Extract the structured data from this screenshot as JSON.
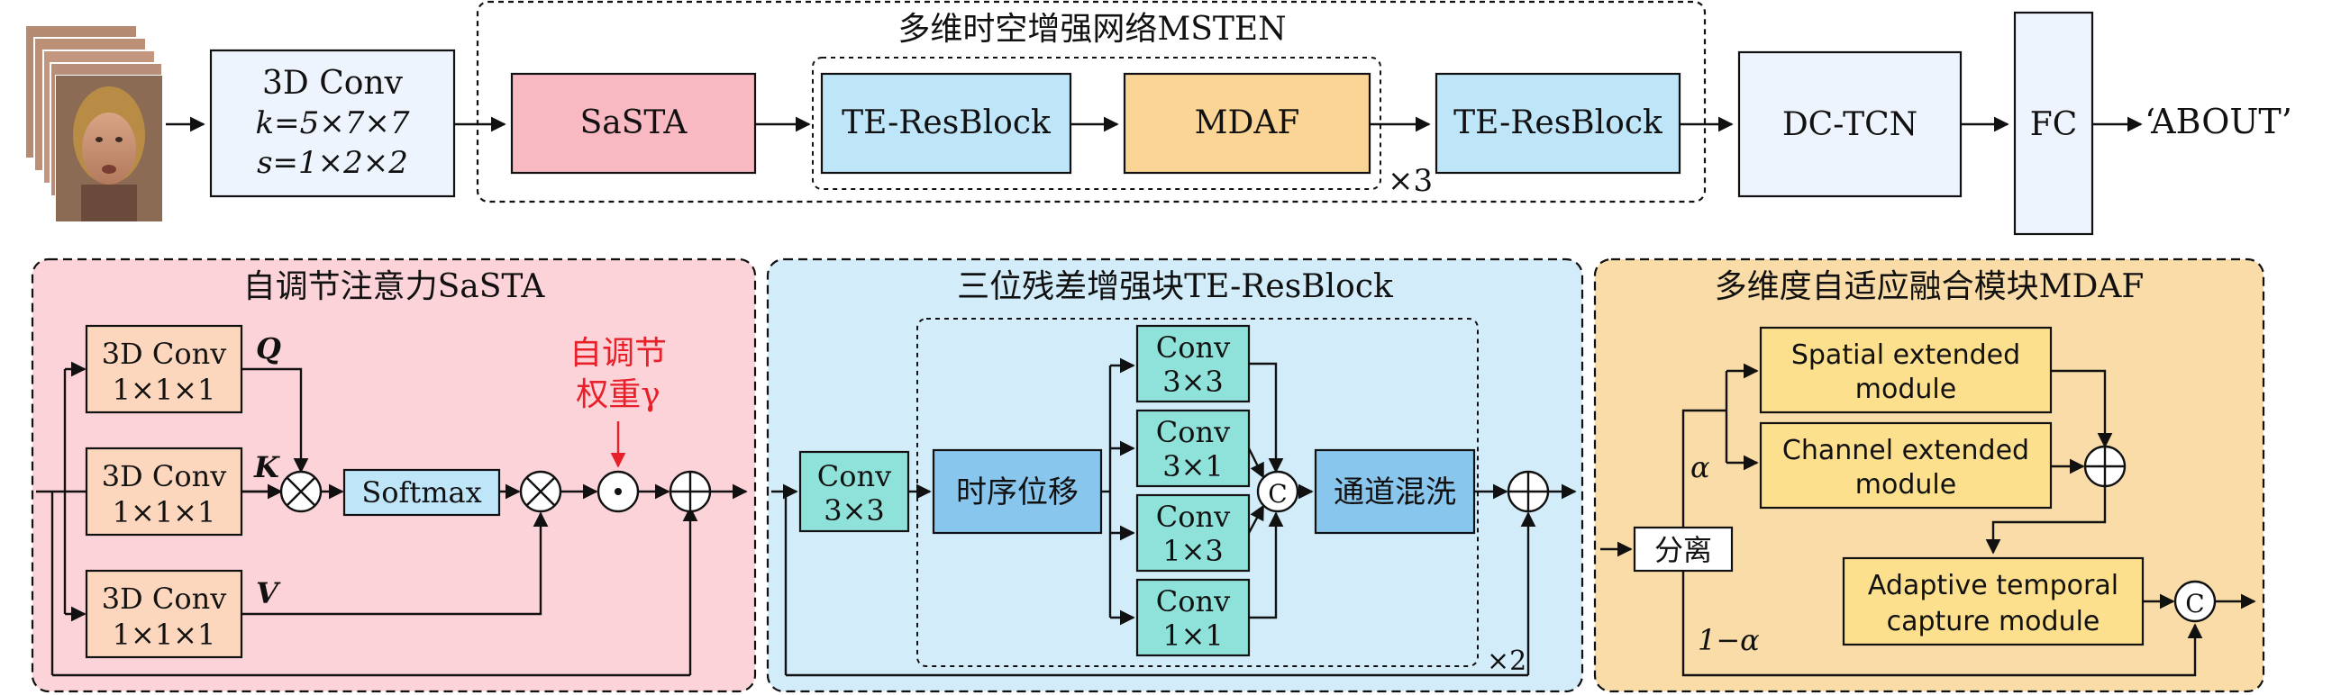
{
  "colors": {
    "sasta": "#f8b9c2",
    "sasta_panel": "#fcd3d8",
    "te_block": "#bfe5f9",
    "te_panel": "#d2ecfa",
    "mdaf": "#fbd596",
    "mdaf_panel": "#f9dca7",
    "mdaf_inner": "#fde08d",
    "conv3d": "#fdd7bd",
    "conv_teal": "#8fe2d9",
    "shift_blue": "#89c6ee",
    "pale_blue": "#eef4fd",
    "red_text": "#e8202a"
  },
  "top": {
    "conv3d_l1": "3D Conv",
    "conv3d_l2": "k=5×7×7",
    "conv3d_l3": "s=1×2×2",
    "msten_title": "多维时空增强网络MSTEN",
    "sasta": "SaSTA",
    "te1": "TE-ResBlock",
    "mdaf": "MDAF",
    "repeat": "×3",
    "te2": "TE-ResBlock",
    "dctcn": "DC-TCN",
    "fc": "FC",
    "output": "‘ABOUT’"
  },
  "sasta_panel": {
    "title": "自调节注意力SaSTA",
    "conv_line1": "3D Conv",
    "conv_line2": "1×1×1",
    "q": "Q",
    "k": "K",
    "v": "V",
    "softmax": "Softmax",
    "gamma_l1": "自调节",
    "gamma_l2": "权重γ"
  },
  "te_panel": {
    "title": "三位残差增强块TE-ResBlock",
    "conv_in_l1": "Conv",
    "conv_in_l2": "3×3",
    "shift": "时序位移",
    "branches": [
      {
        "l1": "Conv",
        "l2": "3×3"
      },
      {
        "l1": "Conv",
        "l2": "3×1"
      },
      {
        "l1": "Conv",
        "l2": "1×3"
      },
      {
        "l1": "Conv",
        "l2": "1×1"
      }
    ],
    "concat": "C",
    "shuffle": "通道混洗",
    "repeat": "×2"
  },
  "mdaf_panel": {
    "title": "多维度自适应融合模块MDAF",
    "split": "分离",
    "alpha": "α",
    "one_minus_alpha": "1−α",
    "spatial_l1": "Spatial extended",
    "spatial_l2": "module",
    "channel_l1": "Channel extended",
    "channel_l2": "module",
    "temporal_l1": "Adaptive temporal",
    "temporal_l2": "capture module",
    "concat": "C"
  }
}
